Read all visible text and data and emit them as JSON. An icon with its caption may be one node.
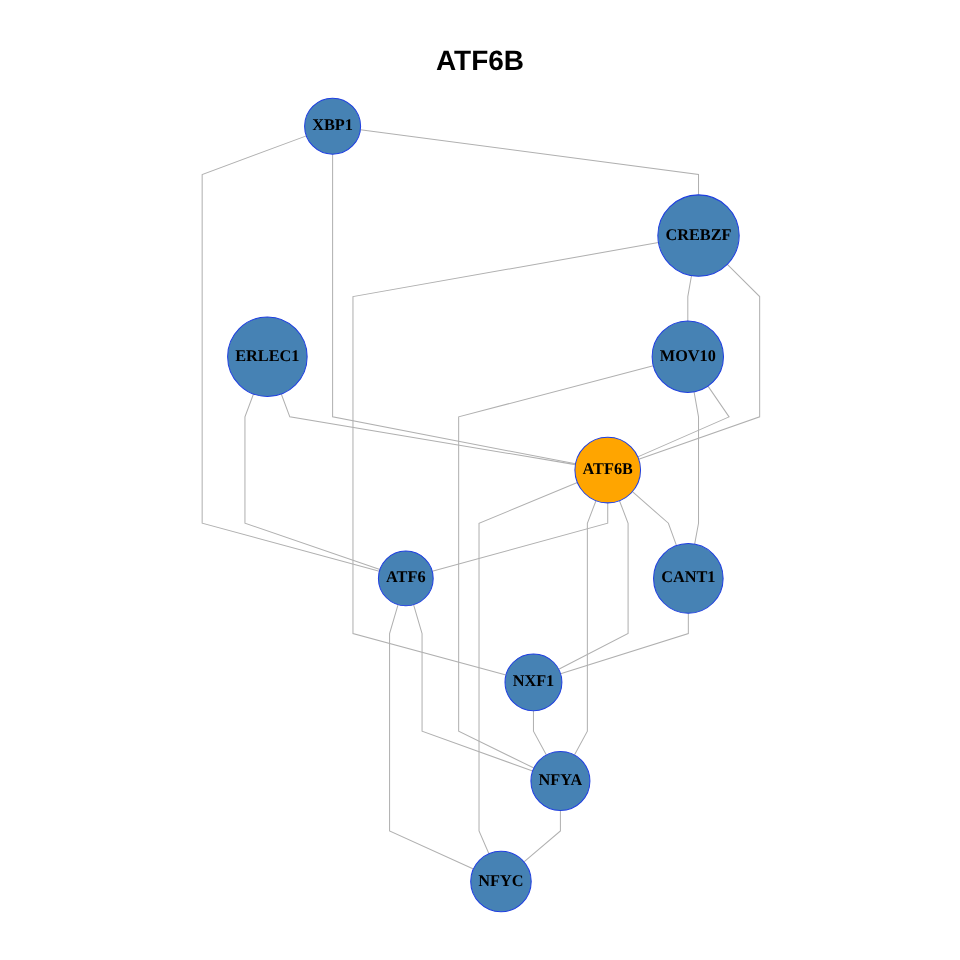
{
  "diagram": {
    "title": "ATF6B",
    "nodes": [
      {
        "text": [
          "XBP1"
        ]
      },
      {
        "text": [
          "CREBZF"
        ]
      },
      {
        "text": [
          "MOV10"
        ]
      },
      {
        "text": [
          "ERLEC1"
        ]
      },
      {
        "text": [
          "CANT1"
        ]
      },
      {
        "text": [
          "ATF6B"
        ]
      },
      {
        "text": [
          "NXF1"
        ]
      },
      {
        "text": [
          "ATF6"
        ]
      },
      {
        "text": [
          "NFYA"
        ]
      },
      {
        "text": [
          "NFYC"
        ]
      }
    ],
    "edges": [
      {
        "from": 0,
        "to": 1,
        "arrow": "none"
      },
      {
        "from": 0,
        "to": 5,
        "arrow": "none"
      },
      {
        "from": 0,
        "to": 7,
        "arrow": "none"
      },
      {
        "from": 1,
        "to": 5,
        "arrow": "none"
      },
      {
        "from": 1,
        "to": 2,
        "arrow": "none"
      },
      {
        "from": 1,
        "to": 6,
        "arrow": "none"
      },
      {
        "from": 2,
        "to": 5,
        "arrow": "none"
      },
      {
        "from": 2,
        "to": 4,
        "arrow": "none"
      },
      {
        "from": 2,
        "to": 8,
        "arrow": "none"
      },
      {
        "from": 3,
        "to": 5,
        "arrow": "none"
      },
      {
        "from": 3,
        "to": 7,
        "arrow": "none"
      },
      {
        "from": 5,
        "to": 4,
        "arrow": "none"
      },
      {
        "from": 5,
        "to": 6,
        "arrow": "none"
      },
      {
        "from": 5,
        "to": 7,
        "arrow": "none"
      },
      {
        "from": 5,
        "to": 8,
        "arrow": "none"
      },
      {
        "from": 5,
        "to": 9,
        "arrow": "none"
      },
      {
        "from": 4,
        "to": 6,
        "arrow": "none"
      },
      {
        "from": 6,
        "to": 8,
        "arrow": "none"
      },
      {
        "from": 7,
        "to": 8,
        "arrow": "none"
      },
      {
        "from": 7,
        "to": 9,
        "arrow": "none"
      },
      {
        "from": 8,
        "to": 9,
        "arrow": "none"
      }
    ]
  }
}
